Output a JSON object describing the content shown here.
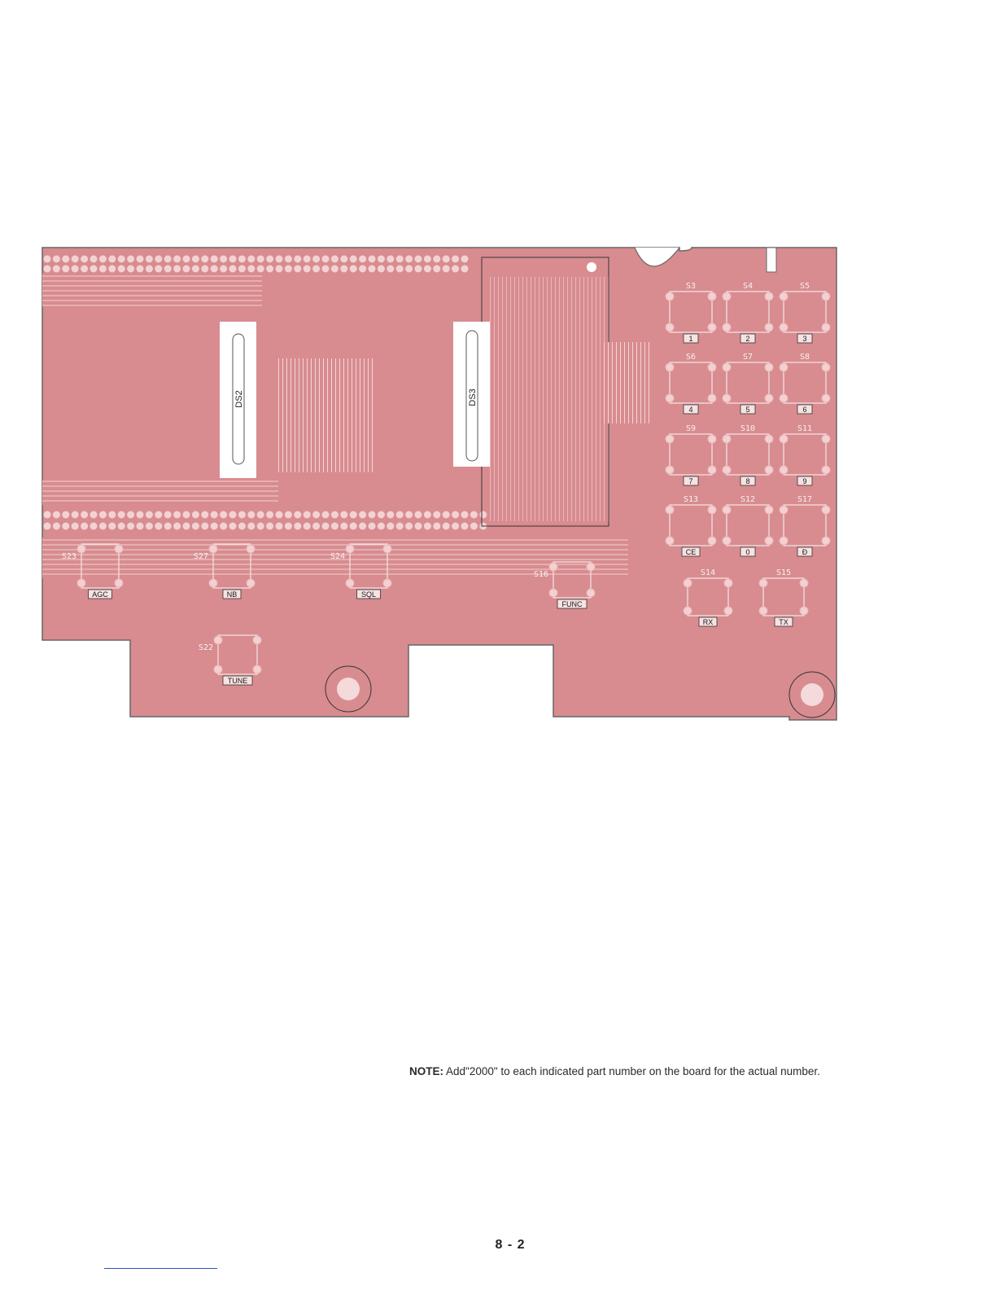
{
  "board": {
    "displays": [
      "DS2",
      "DS3"
    ],
    "keypad": [
      {
        "ref": "S3",
        "key": "1"
      },
      {
        "ref": "S4",
        "key": "2"
      },
      {
        "ref": "S5",
        "key": "3"
      },
      {
        "ref": "S6",
        "key": "4"
      },
      {
        "ref": "S7",
        "key": "5"
      },
      {
        "ref": "S8",
        "key": "6"
      },
      {
        "ref": "S9",
        "key": "7"
      },
      {
        "ref": "S10",
        "key": "8"
      },
      {
        "ref": "S11",
        "key": "9"
      },
      {
        "ref": "S13",
        "key": "CE"
      },
      {
        "ref": "S12",
        "key": "0"
      },
      {
        "ref": "S17",
        "key": "Ð"
      }
    ],
    "switches": [
      {
        "ref": "S23",
        "key": "AGC"
      },
      {
        "ref": "S27",
        "key": "NB"
      },
      {
        "ref": "S24",
        "key": "SQL"
      },
      {
        "ref": "S16",
        "key": "FUNC"
      },
      {
        "ref": "S22",
        "key": "TUNE"
      },
      {
        "ref": "S14",
        "key": "RX"
      },
      {
        "ref": "S15",
        "key": "TX"
      }
    ],
    "colors": {
      "copper": "#d88c90",
      "trace": "#f5d8d8",
      "outline": "#555555"
    }
  },
  "note": {
    "label": "NOTE:",
    "text": " Add\"2000\" to each indicated part number on the board for the actual number."
  },
  "page_number": "8 - 2"
}
